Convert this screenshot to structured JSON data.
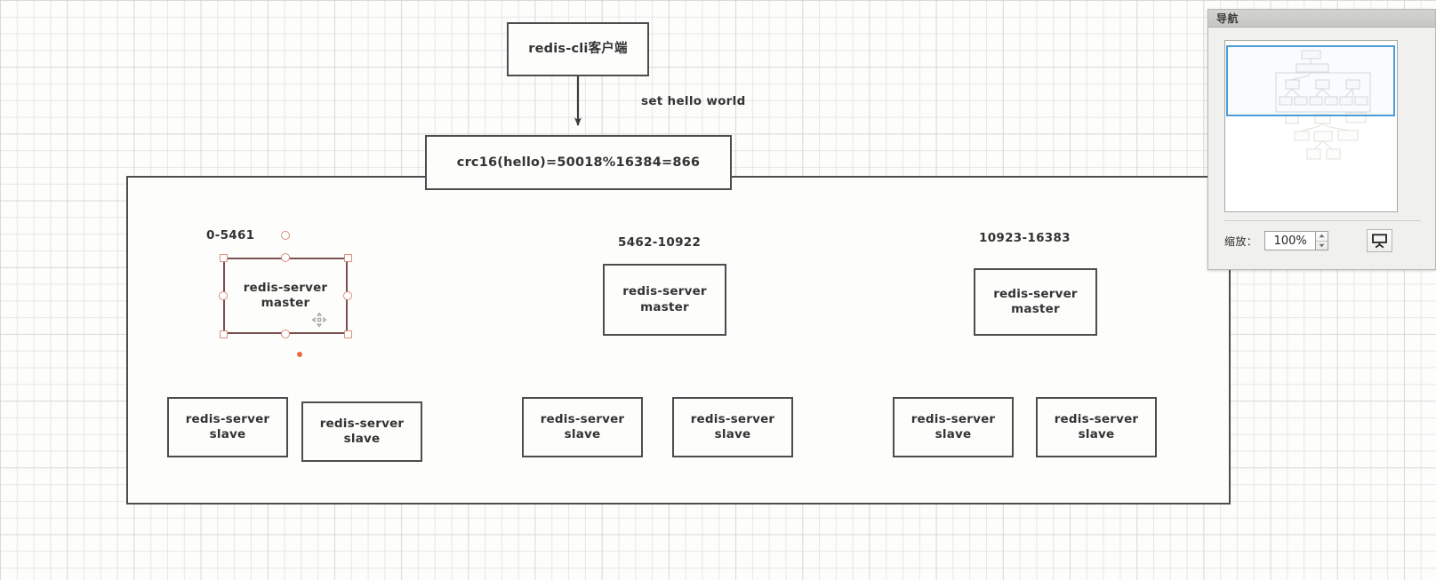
{
  "canvas": {
    "client_node": {
      "label": "redis-cli客户端"
    },
    "edge_label": "set hello world",
    "hash_node": {
      "label": "crc16(hello)=50018%16384=866"
    },
    "clusters": [
      {
        "slot_label": "0-5461",
        "master": "redis-server\nmaster",
        "slaves": [
          "redis-server\nslave",
          "redis-server\nslave"
        ],
        "selected": true
      },
      {
        "slot_label": "5462-10922",
        "master": "redis-server\nmaster",
        "slaves": [
          "redis-server\nslave",
          "redis-server\nslave"
        ],
        "selected": false
      },
      {
        "slot_label": "10923-16383",
        "master": "redis-server\nmaster",
        "slaves": [
          "redis-server\nslave",
          "redis-server\nslave"
        ],
        "selected": false
      }
    ]
  },
  "nav_panel": {
    "title": "导航",
    "zoom_label": "缩放：",
    "zoom_value": "100%",
    "fit_icon": "presentation-screen-icon",
    "viewport_color": "#4e9bd6"
  },
  "colors": {
    "shape_stroke": "#4d4d4d",
    "shape_fill": "#fdfdfc",
    "text": "#333333",
    "selection_handle": "#d98d7d",
    "selection_border": "#7a5150",
    "orange_dot": "#ec6a3c",
    "grid_minor": "#dee2de",
    "grid_major": "#ccd0cc"
  }
}
